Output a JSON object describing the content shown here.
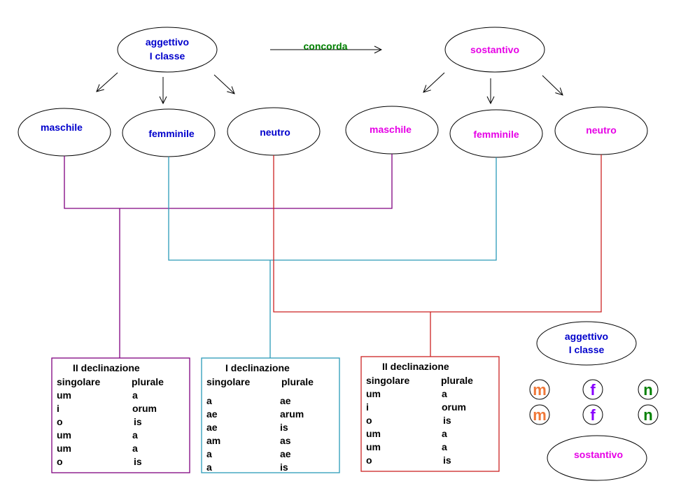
{
  "top": {
    "adjective": {
      "line1": "aggettivo",
      "line2": "I classe"
    },
    "arrow_label": "concorda",
    "noun": "sostantivo"
  },
  "adjective_genders": [
    "maschile",
    "femminile",
    "neutro"
  ],
  "noun_genders": [
    "maschile",
    "femminile",
    "neutro"
  ],
  "tables": [
    {
      "title": "II declinazione",
      "headers": [
        "singolare",
        "plurale"
      ],
      "rows": [
        [
          "um",
          "a"
        ],
        [
          "i",
          "orum"
        ],
        [
          "o",
          "is"
        ],
        [
          "um",
          "a"
        ],
        [
          "um",
          "a"
        ],
        [
          "o",
          "is"
        ]
      ]
    },
    {
      "title": "I declinazione",
      "headers": [
        "singolare",
        "plurale"
      ],
      "rows": [
        [
          "a",
          "ae"
        ],
        [
          "ae",
          "arum"
        ],
        [
          "ae",
          "is"
        ],
        [
          "am",
          "as"
        ],
        [
          "a",
          "ae"
        ],
        [
          "a",
          "is"
        ]
      ]
    },
    {
      "title": "II declinazione",
      "headers": [
        "singolare",
        "plurale"
      ],
      "rows": [
        [
          "um",
          "a"
        ],
        [
          "i",
          "orum"
        ],
        [
          "o",
          "is"
        ],
        [
          "um",
          "a"
        ],
        [
          "um",
          "a"
        ],
        [
          "o",
          "is"
        ]
      ]
    }
  ],
  "legend": {
    "adjective": {
      "line1": "aggettivo",
      "line2": "I classe"
    },
    "noun": "sostantivo",
    "letters_row1": [
      "m",
      "f",
      "n"
    ],
    "letters_row2": [
      "m",
      "f",
      "n"
    ]
  },
  "colors": {
    "adjective_text": "#0000cc",
    "noun_text": "#e600e6",
    "concorda": "#008000",
    "masc_line": "#800080",
    "fem_line": "#2a9ab8",
    "neut_line": "#cc2222",
    "letter_m": "#f07838",
    "letter_f": "#8800ff",
    "letter_n": "#008000"
  }
}
